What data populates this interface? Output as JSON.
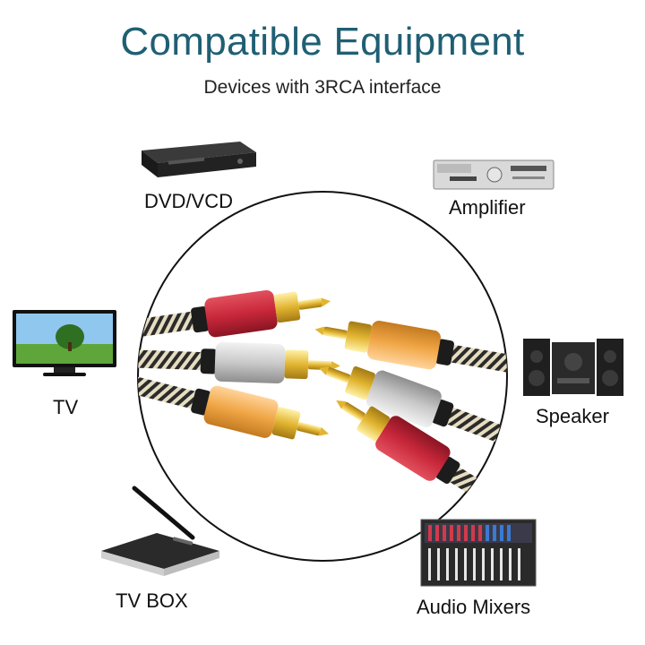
{
  "header": {
    "title": "Compatible Equipment",
    "subtitle": "Devices with 3RCA interface"
  },
  "devices": [
    {
      "label": "DVD/VCD",
      "icon": "dvd-player-icon"
    },
    {
      "label": "Amplifier",
      "icon": "amplifier-icon"
    },
    {
      "label": "TV",
      "icon": "tv-icon"
    },
    {
      "label": "Speaker",
      "icon": "speaker-icon"
    },
    {
      "label": "TV BOX",
      "icon": "tv-box-icon"
    },
    {
      "label": "Audio Mixers",
      "icon": "audio-mixer-icon"
    }
  ],
  "product": {
    "icon": "rca-cable-icon"
  },
  "colors": {
    "title": "#1f5f73",
    "plug_red": "#c8283a",
    "plug_white": "#c9c9c9",
    "plug_yellow": "#f0a646",
    "gold": "#e2b531"
  }
}
